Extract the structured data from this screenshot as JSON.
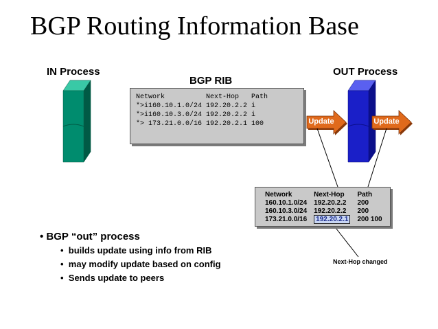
{
  "title": "BGP Routing Information Base",
  "in_process_label": "IN Process",
  "out_process_label": "OUT Process",
  "rib_label": "BGP RIB",
  "rib_table": {
    "headers": [
      "Network",
      "Next-Hop",
      "Path"
    ],
    "rows": [
      [
        "*>i160.10.1.0/24",
        "192.20.2.2",
        "i"
      ],
      [
        "*>i160.10.3.0/24",
        "192.20.2.2",
        "i"
      ],
      [
        "*> 173.21.0.0/16",
        "192.20.2.1",
        "100"
      ]
    ]
  },
  "update_arrows": [
    "Update",
    "Update"
  ],
  "update_table": {
    "headers": [
      "Network",
      "Next-Hop",
      "Path"
    ],
    "rows": [
      [
        "160.10.1.0/24",
        "192.20.2.2",
        "200"
      ],
      [
        "160.10.3.0/24",
        "192.20.2.2",
        "200"
      ],
      [
        "173.21.0.0/16",
        "192.20.2.1",
        "200 100"
      ]
    ]
  },
  "next_hop_note": "Next-Hop changed",
  "bullets": {
    "main": "BGP “out” process",
    "subs": [
      "builds update using info from RIB",
      "may modify update based on config",
      "Sends update to peers"
    ]
  },
  "colors": {
    "in_process": "#008c6e",
    "out_process": "#1a1fc8",
    "update_arrow": "#e06a1c",
    "table_bg": "#c9c9c9"
  }
}
